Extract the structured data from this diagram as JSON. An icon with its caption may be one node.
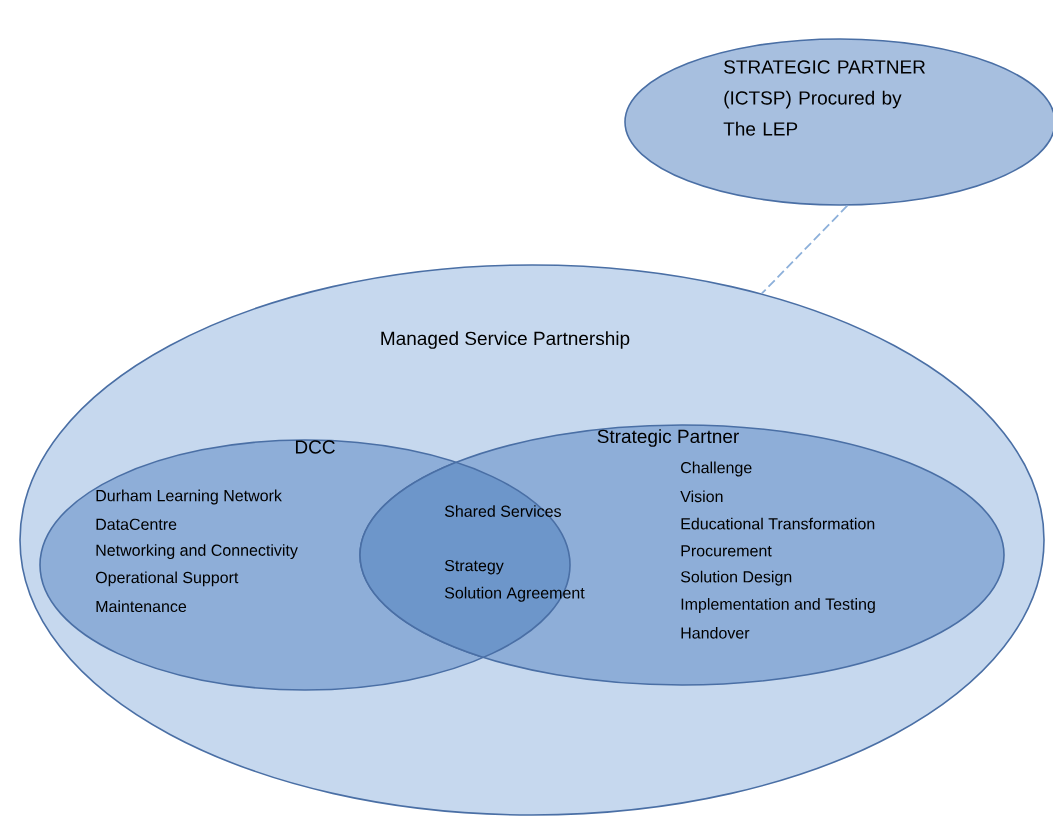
{
  "diagram": {
    "nodes": [
      {
        "text": [
          "STRATEGIC PARTNER (ICTSP) Procured by The LEP"
        ]
      },
      {
        "text": [
          "Managed Service Partnership"
        ]
      },
      {
        "text": [
          "DCC",
          "Durham Learning Network",
          "DataCentre",
          "Networking and Connectivity",
          "Operational Support",
          "Maintenance"
        ],
        "in": 1
      },
      {
        "text": [
          "Strategic Partner",
          "Challenge",
          "Vision",
          "Educational Transformation",
          "Procurement",
          "Solution Design",
          "Implementation and Testing",
          "Handover"
        ],
        "in": 1
      },
      {
        "text": [
          "Shared Services",
          "Strategy",
          "Solution Agreement"
        ],
        "in": 1
      }
    ],
    "edges": [
      {
        "from": 0,
        "to": 1,
        "arrow": "none",
        "style": "dashed"
      }
    ]
  }
}
